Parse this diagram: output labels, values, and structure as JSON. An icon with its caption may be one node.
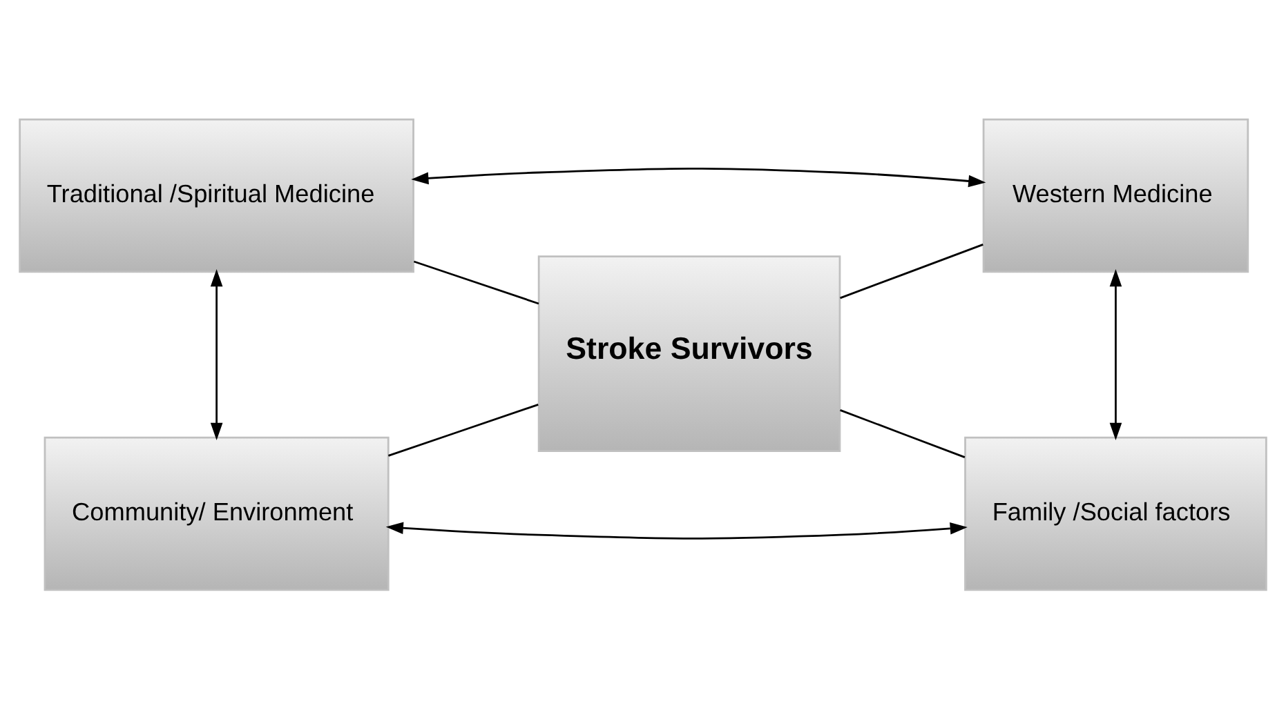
{
  "diagram": {
    "nodes": [
      {
        "text": [
          "Traditional /Spiritual Medicine"
        ]
      },
      {
        "text": [
          "Western Medicine"
        ]
      },
      {
        "text": [
          "Stroke Survivors"
        ]
      },
      {
        "text": [
          "Community/ Environment"
        ]
      },
      {
        "text": [
          "Family /Social factors"
        ]
      }
    ],
    "edges": [
      {
        "from": 0,
        "to": 1,
        "arrow": "both"
      },
      {
        "from": 0,
        "to": 3,
        "arrow": "both"
      },
      {
        "from": 1,
        "to": 4,
        "arrow": "both"
      },
      {
        "from": 3,
        "to": 4,
        "arrow": "both"
      },
      {
        "from": 0,
        "to": 2,
        "arrow": "none"
      },
      {
        "from": 2,
        "to": 1,
        "arrow": "none"
      },
      {
        "from": 3,
        "to": 2,
        "arrow": "none"
      },
      {
        "from": 2,
        "to": 4,
        "arrow": "none"
      }
    ]
  }
}
